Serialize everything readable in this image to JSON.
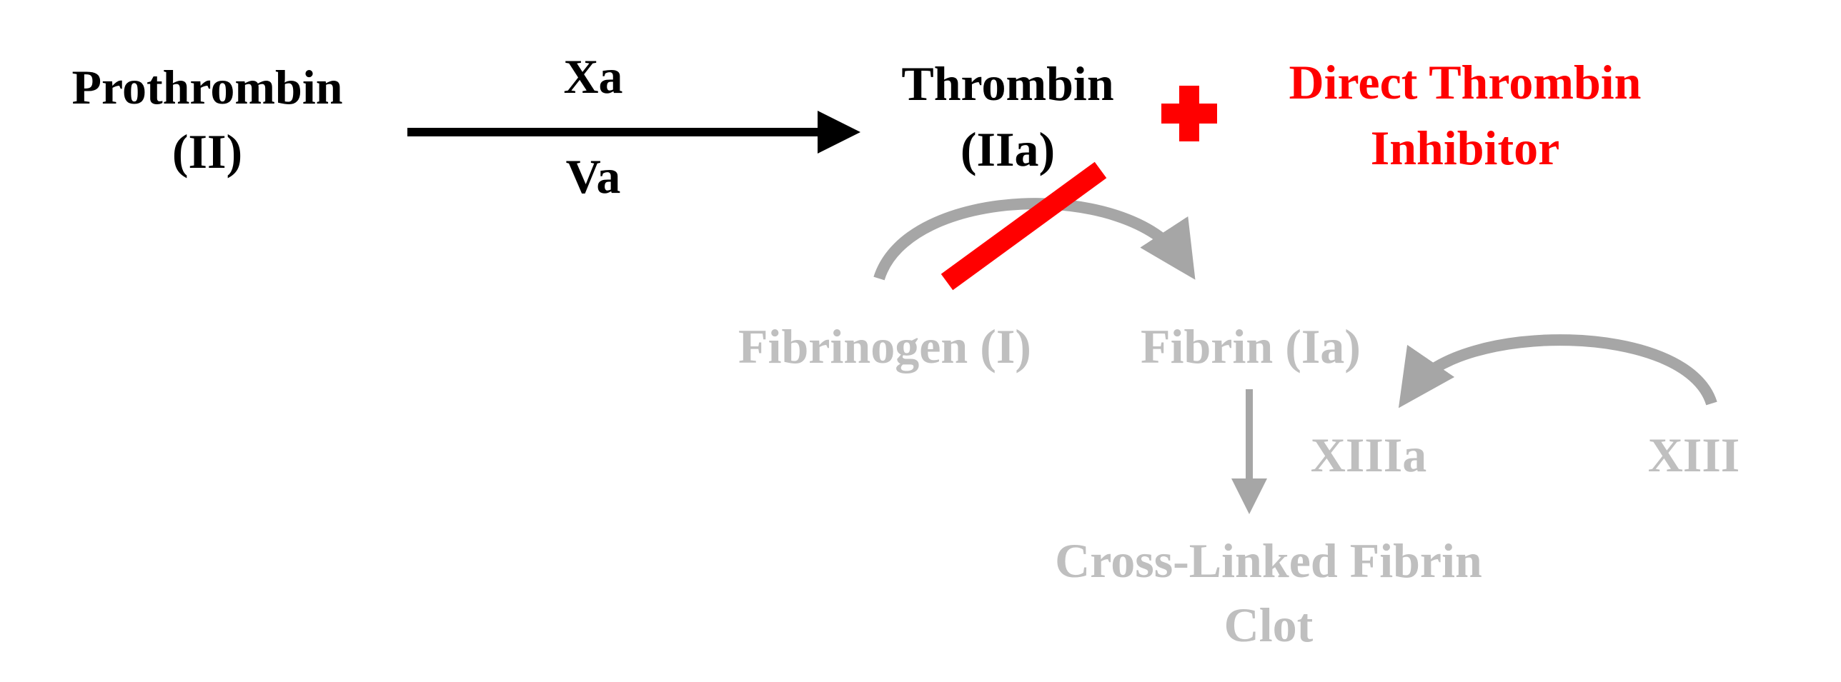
{
  "nodes": {
    "prothrombin": {
      "line1": "Prothrombin",
      "line2": "(II)"
    },
    "thrombin": {
      "line1": "Thrombin",
      "line2": "(IIa)"
    },
    "inhibitor": {
      "line1": "Direct Thrombin",
      "line2": "Inhibitor"
    },
    "fibrinogen": {
      "label": "Fibrinogen (I)"
    },
    "fibrin": {
      "label": "Fibrin (Ia)"
    },
    "xiiia": {
      "label": "XIIIa"
    },
    "xiii": {
      "label": "XIII"
    },
    "clot": {
      "line1": "Cross-Linked Fibrin",
      "line2": "Clot"
    }
  },
  "cofactors": {
    "top": "Xa",
    "bottom": "Va"
  },
  "colors": {
    "active": "#000000",
    "inhibitor": "#ff0000",
    "faded": "#bfbfbf",
    "faded_arrow": "#a6a6a6"
  }
}
